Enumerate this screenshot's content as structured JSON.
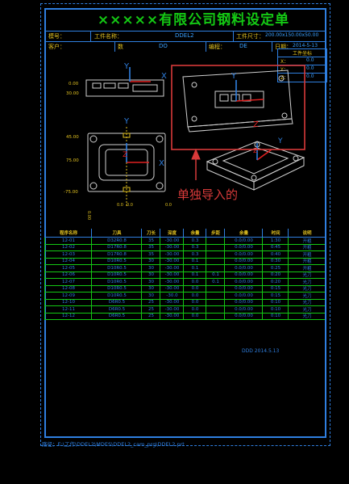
{
  "title": "×××××有限公司钢料设定单",
  "header": {
    "row1": {
      "mold_no_label": "模号：",
      "part_name_label": "工件名称：",
      "part_name_value": "DDEL2",
      "size_label": "工件尺寸：",
      "size_value": "200.00x150.00x50.00"
    },
    "row2": {
      "customer_label": "客户：",
      "qty_label": "数",
      "qty_value": "DO",
      "programmer_label": "编程：",
      "programmer_value": "DE",
      "date_label": "日期：",
      "date_value": "2014-5-13"
    }
  },
  "mini_table": {
    "title": "工件坐标",
    "rows": [
      {
        "label": "X：",
        "value": "0.0"
      },
      {
        "label": "Y：",
        "value": "0.0"
      },
      {
        "label": "Z：",
        "value": "0.0"
      }
    ]
  },
  "drawing": {
    "axis_labels": {
      "x": "X",
      "y": "Y",
      "z": "Z"
    },
    "dims_left": [
      "0.00",
      "30.00",
      "45.00",
      "75.00",
      "-75.00"
    ],
    "dims_bottom": [
      "0.00",
      "",
      "",
      "",
      ""
    ],
    "annotation": "单独导入的"
  },
  "table": {
    "headers": [
      "程序名称",
      "刀具",
      "刀长",
      "深度",
      "余量",
      "步距",
      "余量",
      "时间",
      "说明"
    ],
    "rows": [
      [
        "12-01",
        "D32R0.8",
        "35",
        "-30.00",
        "0.3",
        "",
        "0.0/0.00",
        "1:30",
        "开粗"
      ],
      [
        "12-02",
        "D17R0.8",
        "35",
        "-30.00",
        "0.3",
        "",
        "0.0/0.00",
        "0:45",
        "开粗"
      ],
      [
        "12-03",
        "D17R0.8",
        "35",
        "-30.00",
        "0.3",
        "",
        "0.0/0.00",
        "0:40",
        "开粗"
      ],
      [
        "12-04",
        "D10R0.5",
        "30",
        "-30.00",
        "0.1",
        "",
        "0.0/0.00",
        "0:30",
        "开粗"
      ],
      [
        "12-05",
        "D10R0.5",
        "30",
        "-30.00",
        "0.1",
        "",
        "0.0/0.00",
        "0:25",
        "开粗"
      ],
      [
        "12-06",
        "D10R0.5",
        "30",
        "-30.00",
        "0.1",
        "0.1",
        "0.0/0.00",
        "0:20",
        "光刀"
      ],
      [
        "12-07",
        "D10R0.5",
        "30",
        "-30.00",
        "0.0",
        "0.1",
        "0.0/0.00",
        "0:20",
        "光刀"
      ],
      [
        "12-08",
        "D10R0.5",
        "30",
        "-30.00",
        "0.0",
        "",
        "0.0/0.00",
        "0:15",
        "光刀"
      ],
      [
        "12-09",
        "D10R0.5",
        "30",
        "-30.0",
        "0.0",
        "",
        "0.0/0.00",
        "0:15",
        "光刀"
      ],
      [
        "12-10",
        "D6R0.5",
        "25",
        "-30.00",
        "0.0",
        "",
        "0.0/0.00",
        "0:10",
        "光刀"
      ],
      [
        "12-11",
        "D6R0.5",
        "25",
        "-30.00",
        "0.0",
        "",
        "0.0/0.00",
        "0:10",
        "光刀"
      ],
      [
        "12-12",
        "D6R0.5",
        "25",
        "-30.00",
        "0.0",
        "",
        "0.0/0.00",
        "0:10",
        "光刀"
      ]
    ]
  },
  "signature": "DDD 2014.5.13",
  "footer": "路径：E:\\工作\\DDEL2\\MDES\\DDEL2_cam_prg\\DDEL2.prt",
  "colors": {
    "frame": "#2f7fe0",
    "grid_green": "#14c814",
    "title_green": "#14c814",
    "annot_red": "#d83a3a",
    "label_yellow": "#e0c020"
  }
}
